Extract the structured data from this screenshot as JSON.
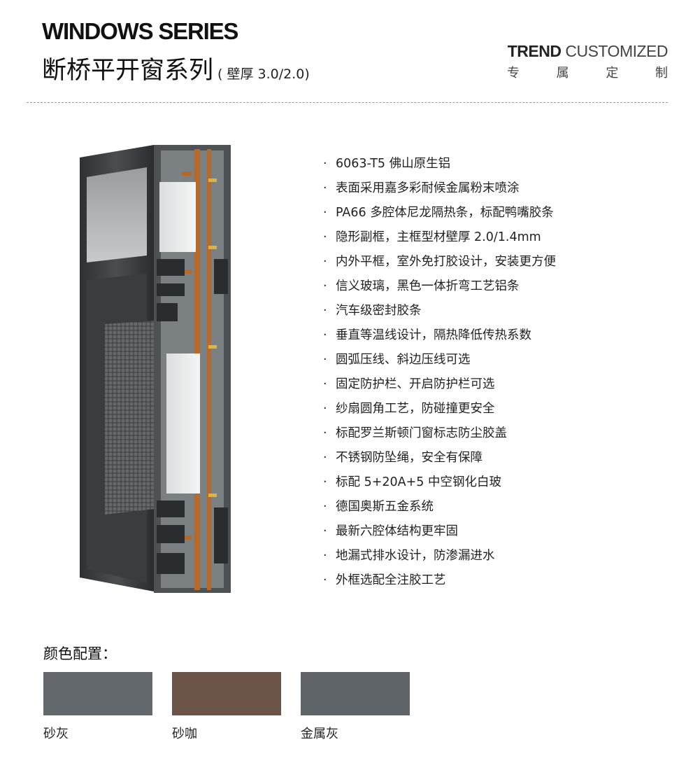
{
  "header": {
    "series_en": "WINDOWS SERIES",
    "series_cn": "断桥平开窗系列",
    "wall_thickness": "( 壁厚 3.0/2.0)",
    "brand_bold": "TREND",
    "brand_light": " CUSTOMIZED",
    "brand_cn": [
      "专",
      "属",
      "定",
      "制"
    ]
  },
  "features": [
    "6063-T5 佛山原生铝",
    "表面采用嘉多彩耐候金属粉末喷涂",
    "PA66 多腔体尼龙隔热条，标配鸭嘴胶条",
    "隐形副框，主框型材壁厚 2.0/1.4mm",
    "内外平框，室外免打胶设计，安装更方便",
    "信义玻璃，黑色一体折弯工艺铝条",
    "汽车级密封胶条",
    "垂直等温线设计，隔热降低传热系数",
    "圆弧压线、斜边压线可选",
    "固定防护栏、开启防护栏可选",
    "纱扇圆角工艺，防碰撞更安全",
    "标配罗兰斯顿门窗标志防尘胶盖",
    "不锈钢防坠绳，安全有保障",
    "标配 5+20A+5 中空钢化白玻",
    "德国奥斯五金系统",
    "最新六腔体结构更牢固",
    "地漏式排水设计，防渗漏进水",
    "外框选配全注胶工艺"
  ],
  "bullet": "·",
  "colors": {
    "heading": "颜色配置：",
    "options": [
      {
        "label": "砂灰",
        "hex": "#62686c"
      },
      {
        "label": "砂咖",
        "hex": "#6b5447"
      },
      {
        "label": "金属灰",
        "hex": "#5e6468"
      }
    ]
  }
}
